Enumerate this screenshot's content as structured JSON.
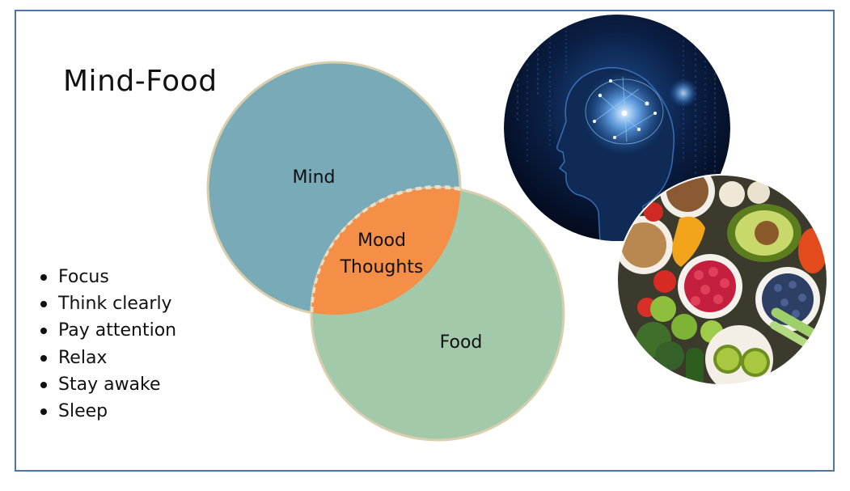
{
  "slide": {
    "title": "Mind-Food",
    "bullets": [
      "Focus",
      "Think clearly",
      "Pay attention",
      "Relax",
      "Stay awake",
      "Sleep"
    ]
  },
  "venn": {
    "circle_a": {
      "label": "Mind",
      "color": "#79aab7"
    },
    "circle_b": {
      "label": "Food",
      "color": "#a3c9ab"
    },
    "overlap": {
      "label_line1": "Mood",
      "label_line2": "Thoughts",
      "color": "#f58f48"
    },
    "outline_color": "#d9cfae"
  },
  "images": {
    "brain": {
      "description": "ai-head-with-glowing-brain-network"
    },
    "food": {
      "description": "healthy-food-assortment"
    }
  },
  "colors": {
    "frame_border": "#4f75a8"
  }
}
